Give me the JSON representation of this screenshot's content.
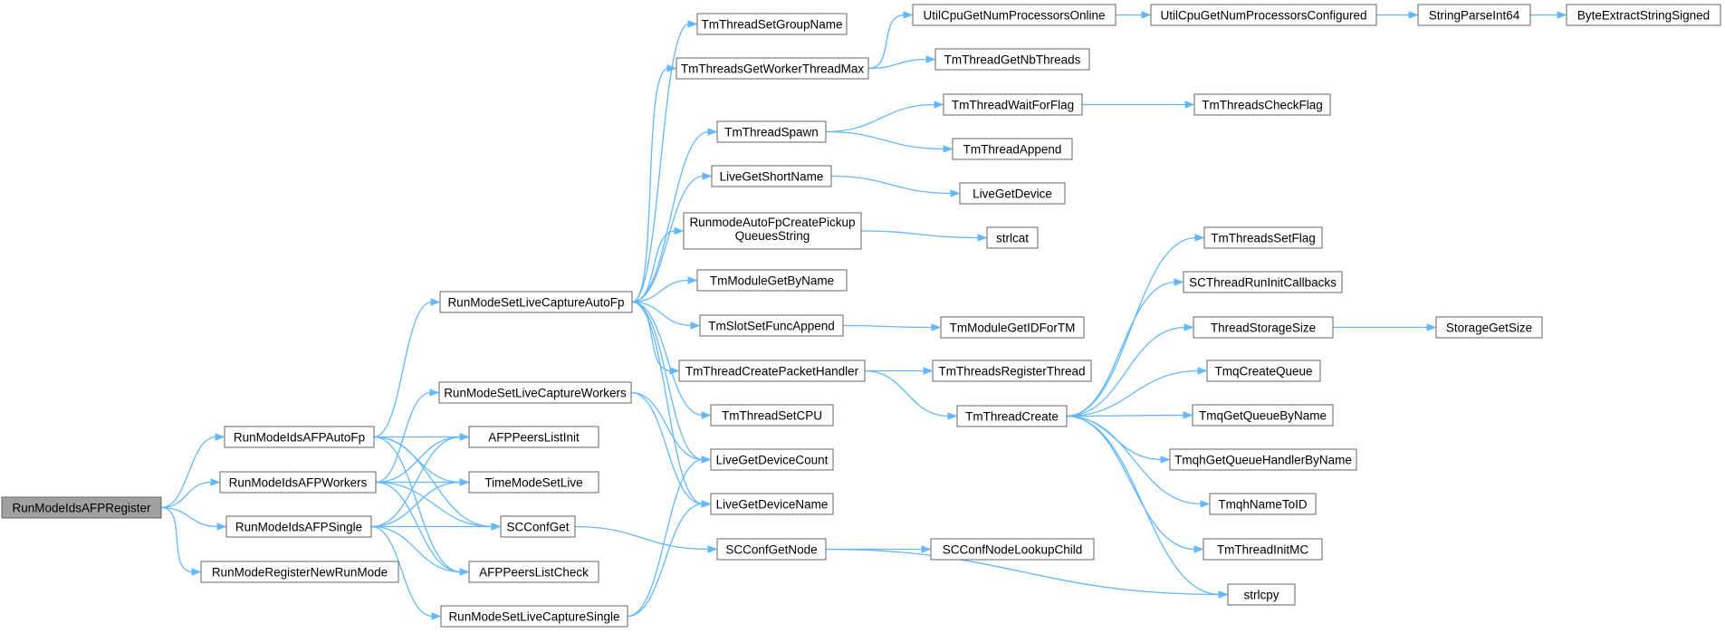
{
  "graph": {
    "nodes": [
      {
        "id": "root",
        "label": "RunModeIdsAFPRegister",
        "root": true
      },
      {
        "id": "autofp",
        "label": "RunModeIdsAFPAutoFp"
      },
      {
        "id": "workers",
        "label": "RunModeIdsAFPWorkers"
      },
      {
        "id": "single",
        "label": "RunModeIdsAFPSingle"
      },
      {
        "id": "regnew",
        "label": "RunModeRegisterNewRunMode"
      },
      {
        "id": "lcautofp",
        "label": "RunModeSetLiveCaptureAutoFp"
      },
      {
        "id": "lcworkers",
        "label": "RunModeSetLiveCaptureWorkers"
      },
      {
        "id": "peersinit",
        "label": "AFPPeersListInit"
      },
      {
        "id": "timemode",
        "label": "TimeModeSetLive"
      },
      {
        "id": "scconfget",
        "label": "SCConfGet"
      },
      {
        "id": "peerscheck",
        "label": "AFPPeersListCheck"
      },
      {
        "id": "lcsingle",
        "label": "RunModeSetLiveCaptureSingle"
      },
      {
        "id": "setgroup",
        "label": "TmThreadSetGroupName"
      },
      {
        "id": "workermax",
        "label": "TmThreadsGetWorkerThreadMax"
      },
      {
        "id": "spawn",
        "label": "TmThreadSpawn"
      },
      {
        "id": "shortname",
        "label": "LiveGetShortName"
      },
      {
        "id": "pickup",
        "label": [
          "RunmodeAutoFpCreatePickup",
          "QueuesString"
        ]
      },
      {
        "id": "modbyname",
        "label": "TmModuleGetByName"
      },
      {
        "id": "slotfunc",
        "label": "TmSlotSetFuncAppend"
      },
      {
        "id": "createpkt",
        "label": "TmThreadCreatePacketHandler"
      },
      {
        "id": "setcpu",
        "label": "TmThreadSetCPU"
      },
      {
        "id": "devcount",
        "label": "LiveGetDeviceCount"
      },
      {
        "id": "devname",
        "label": "LiveGetDeviceName"
      },
      {
        "id": "confnode",
        "label": "SCConfGetNode"
      },
      {
        "id": "cpuonline",
        "label": "UtilCpuGetNumProcessorsOnline"
      },
      {
        "id": "nbthreads",
        "label": "TmThreadGetNbThreads"
      },
      {
        "id": "waitflag",
        "label": "TmThreadWaitForFlag"
      },
      {
        "id": "append",
        "label": "TmThreadAppend"
      },
      {
        "id": "getdevice",
        "label": "LiveGetDevice"
      },
      {
        "id": "strlcat",
        "label": "strlcat"
      },
      {
        "id": "modidtm",
        "label": "TmModuleGetIDForTM"
      },
      {
        "id": "regthread",
        "label": "TmThreadsRegisterThread"
      },
      {
        "id": "tcreate",
        "label": "TmThreadCreate"
      },
      {
        "id": "lookupchild",
        "label": "SCConfNodeLookupChild"
      },
      {
        "id": "cpuconf",
        "label": "UtilCpuGetNumProcessorsConfigured"
      },
      {
        "id": "checkflag",
        "label": "TmThreadsCheckFlag"
      },
      {
        "id": "setflag",
        "label": "TmThreadsSetFlag"
      },
      {
        "id": "runinit",
        "label": "SCThreadRunInitCallbacks"
      },
      {
        "id": "storagesize",
        "label": "ThreadStorageSize"
      },
      {
        "id": "tmqcreate",
        "label": "TmqCreateQueue"
      },
      {
        "id": "tmqbyname",
        "label": "TmqGetQueueByName"
      },
      {
        "id": "tmqhhandler",
        "label": "TmqhGetQueueHandlerByName"
      },
      {
        "id": "tmqhid",
        "label": "TmqhNameToID"
      },
      {
        "id": "initmc",
        "label": "TmThreadInitMC"
      },
      {
        "id": "strlcpy",
        "label": "strlcpy"
      },
      {
        "id": "parseint",
        "label": "StringParseInt64"
      },
      {
        "id": "storageget",
        "label": "StorageGetSize"
      },
      {
        "id": "bytesigned",
        "label": "ByteExtractStringSigned"
      }
    ],
    "edges": [
      [
        "root",
        "autofp"
      ],
      [
        "root",
        "workers"
      ],
      [
        "root",
        "single"
      ],
      [
        "root",
        "regnew"
      ],
      [
        "autofp",
        "lcautofp"
      ],
      [
        "autofp",
        "peersinit"
      ],
      [
        "autofp",
        "timemode"
      ],
      [
        "autofp",
        "scconfget"
      ],
      [
        "autofp",
        "peerscheck"
      ],
      [
        "workers",
        "lcworkers"
      ],
      [
        "workers",
        "peersinit"
      ],
      [
        "workers",
        "timemode"
      ],
      [
        "workers",
        "scconfget"
      ],
      [
        "workers",
        "peerscheck"
      ],
      [
        "single",
        "lcsingle"
      ],
      [
        "single",
        "peersinit"
      ],
      [
        "single",
        "timemode"
      ],
      [
        "single",
        "scconfget"
      ],
      [
        "single",
        "peerscheck"
      ],
      [
        "lcautofp",
        "setgroup"
      ],
      [
        "lcautofp",
        "workermax"
      ],
      [
        "lcautofp",
        "spawn"
      ],
      [
        "lcautofp",
        "shortname"
      ],
      [
        "lcautofp",
        "pickup"
      ],
      [
        "lcautofp",
        "modbyname"
      ],
      [
        "lcautofp",
        "slotfunc"
      ],
      [
        "lcautofp",
        "createpkt"
      ],
      [
        "lcautofp",
        "setcpu"
      ],
      [
        "lcautofp",
        "devcount"
      ],
      [
        "lcautofp",
        "devname"
      ],
      [
        "lcworkers",
        "devcount"
      ],
      [
        "lcworkers",
        "devname"
      ],
      [
        "lcsingle",
        "devcount"
      ],
      [
        "lcsingle",
        "devname"
      ],
      [
        "scconfget",
        "confnode"
      ],
      [
        "workermax",
        "cpuonline"
      ],
      [
        "workermax",
        "nbthreads"
      ],
      [
        "spawn",
        "waitflag"
      ],
      [
        "spawn",
        "append"
      ],
      [
        "shortname",
        "getdevice"
      ],
      [
        "pickup",
        "strlcat"
      ],
      [
        "slotfunc",
        "modidtm"
      ],
      [
        "createpkt",
        "regthread"
      ],
      [
        "createpkt",
        "tcreate"
      ],
      [
        "confnode",
        "lookupchild"
      ],
      [
        "confnode",
        "strlcpy"
      ],
      [
        "cpuonline",
        "cpuconf"
      ],
      [
        "cpuconf",
        "parseint"
      ],
      [
        "parseint",
        "bytesigned"
      ],
      [
        "waitflag",
        "checkflag"
      ],
      [
        "tcreate",
        "setflag"
      ],
      [
        "tcreate",
        "runinit"
      ],
      [
        "tcreate",
        "storagesize"
      ],
      [
        "tcreate",
        "tmqcreate"
      ],
      [
        "tcreate",
        "tmqbyname"
      ],
      [
        "tcreate",
        "tmqhhandler"
      ],
      [
        "tcreate",
        "tmqhid"
      ],
      [
        "tcreate",
        "initmc"
      ],
      [
        "tcreate",
        "strlcpy"
      ],
      [
        "storagesize",
        "storageget"
      ]
    ]
  }
}
